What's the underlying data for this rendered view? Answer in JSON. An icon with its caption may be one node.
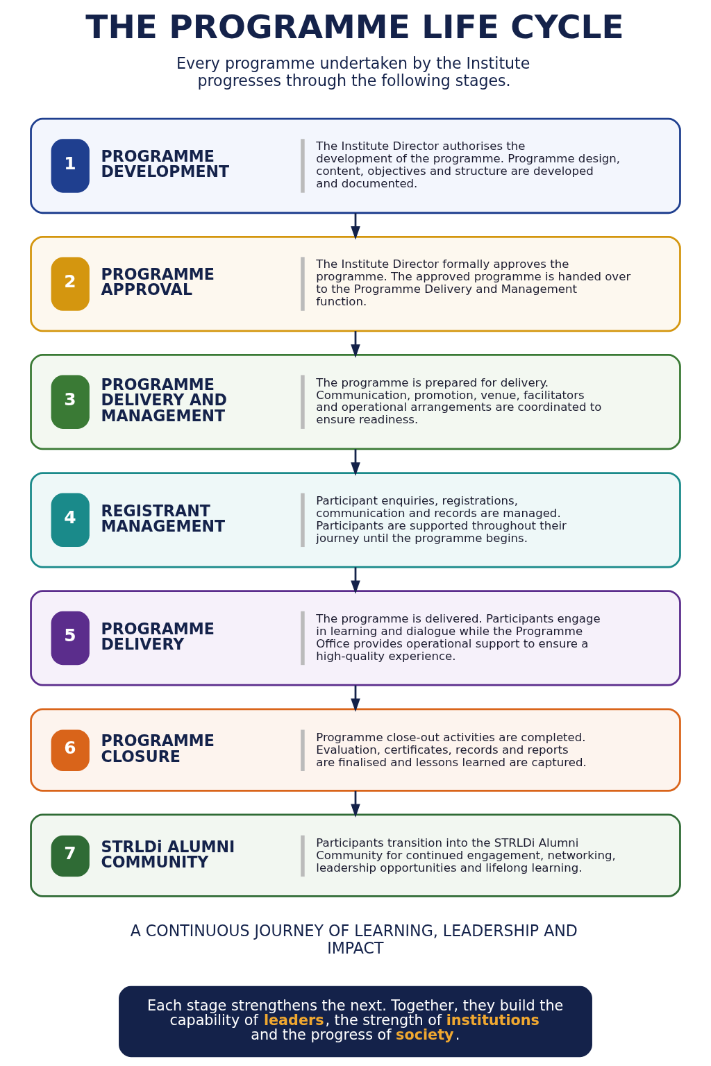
{
  "diagram": {
    "title": "THE PROGRAMME LIFE CYCLE",
    "nodes": [
      {
        "text": [
          "1",
          "PROGRAMME DEVELOPMENT",
          "The Institute Director authorises the development of the programme. Programme design, content, objectives and structure are developed and documented."
        ]
      },
      {
        "text": [
          "2",
          "PROGRAMME APPROVAL",
          "The Institute Director formally approves the programme. The approved programme is handed over to the Programme Delivery and Management function."
        ]
      },
      {
        "text": [
          "3",
          "PROGRAMME DELIVERY AND MANAGEMENT",
          "The programme is prepared for delivery. Communication, promotion, venue, facilitators and operational arrangements are coordinated to ensure readiness."
        ]
      },
      {
        "text": [
          "4",
          "REGISTRANT MANAGEMENT",
          "Participant enquiries, registrations, communication and records are managed. Participants are supported throughout their journey until the programme begins."
        ]
      },
      {
        "text": [
          "5",
          "PROGRAMME DELIVERY",
          "The programme is delivered. Participants engage in learning and dialogue while the Programme Office provides operational support to ensure a high-quality experience."
        ]
      },
      {
        "text": [
          "6",
          "PROGRAMME CLOSURE",
          "Programme close-out activities are completed. Evaluation, certificates, records and reports are finalised and lessons learned are captured."
        ]
      },
      {
        "text": [
          "7",
          "STRLDi ALUMNI COMMUNITY",
          "Participants transition into the STRLDi Alumni Community for continued engagement, networking, leadership opportunities and lifelong learning."
        ]
      },
      {
        "text": [
          "Each stage strengthens the next. Together, they build the capability of **leaders**, the strength of **institutions** and the progress of **society**."
        ]
      }
    ],
    "edges": [
      {
        "from": 0,
        "to": 1,
        "arrow": "to"
      },
      {
        "from": 1,
        "to": 2,
        "arrow": "to"
      },
      {
        "from": 2,
        "to": 3,
        "arrow": "to"
      },
      {
        "from": 3,
        "to": 4,
        "arrow": "to"
      },
      {
        "from": 4,
        "to": 5,
        "arrow": "to"
      },
      {
        "from": 5,
        "to": 6,
        "arrow": "to"
      }
    ],
    "labels": [
      "Every programme undertaken by the Institute progresses through the following stages.",
      "A CONTINUOUS JOURNEY OF LEARNING, LEADERSHIP AND IMPACT"
    ]
  }
}
